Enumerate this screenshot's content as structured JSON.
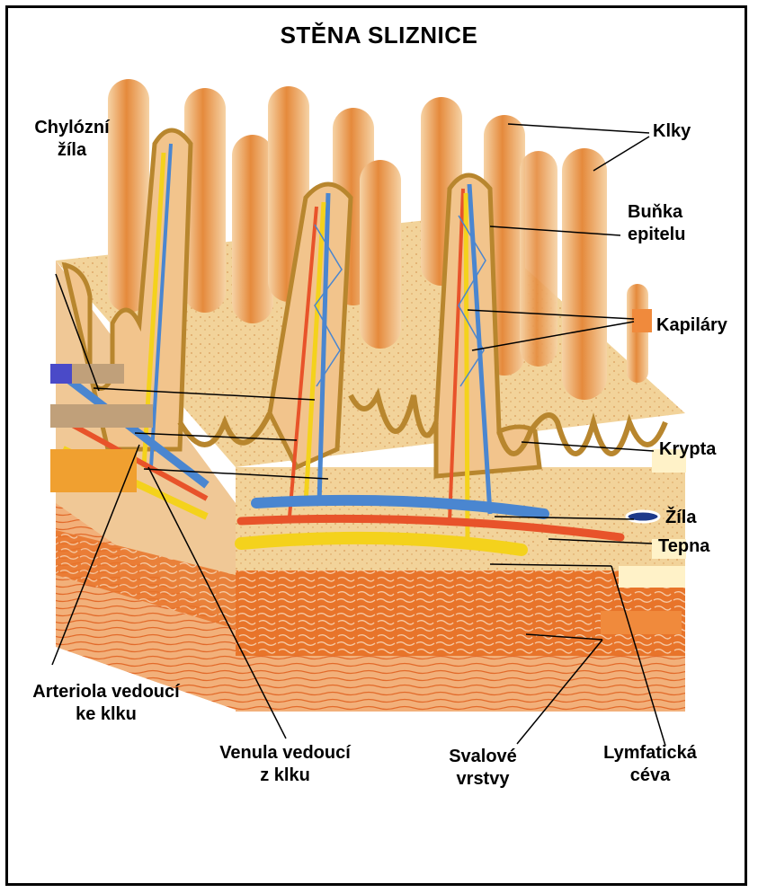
{
  "title": "STĚNA SLIZNICE",
  "labels": {
    "chylozni_zila": [
      "Chylózní",
      "žíla"
    ],
    "klky": "Klky",
    "bunka_epitelu": [
      "Buňka",
      "epitelu"
    ],
    "kapilary": "Kapiláry",
    "krypta": "Krypta",
    "zila": "Žíla",
    "tepna": "Tepna",
    "arteriola": [
      "Arteriola vedoucí",
      "ke klku"
    ],
    "venula": [
      "Venula vedoucí",
      "z klku"
    ],
    "svalove": [
      "Svalové",
      "vrstvy"
    ],
    "lymfaticka": [
      "Lymfatická",
      "céva"
    ]
  },
  "colors": {
    "villus": "#f2c48c",
    "villus_dark": "#e07a2a",
    "submucosa": "#f0d39c",
    "muscle": "#e8742a",
    "muscle_light": "#f3c29a",
    "vein": "#4a86d0",
    "artery": "#e8532a",
    "lymph": "#f4d21c",
    "epithelium": "#b8862e"
  }
}
